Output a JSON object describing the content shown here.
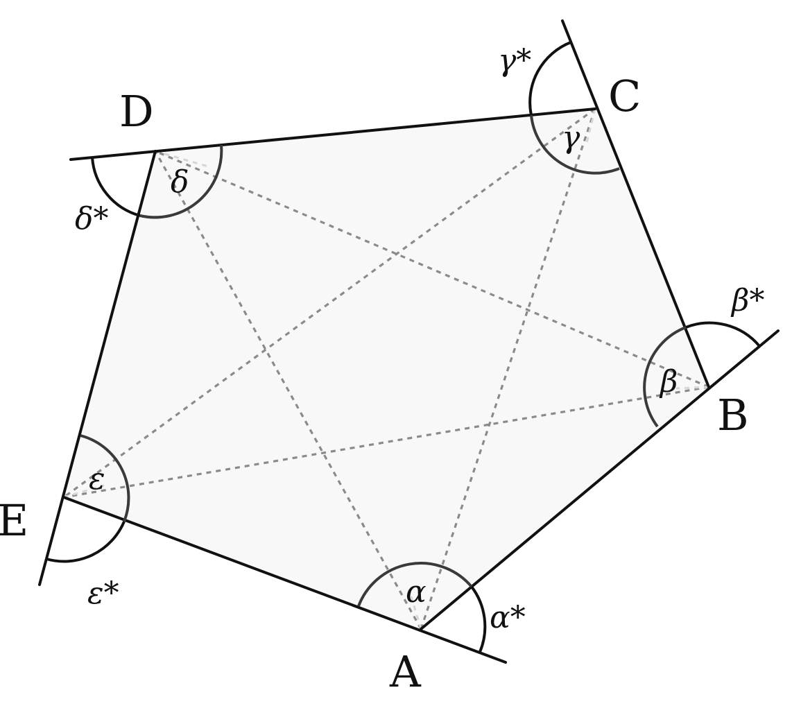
{
  "vertices": {
    "A": "A",
    "B": "B",
    "C": "C",
    "D": "D",
    "E": "E"
  },
  "interior_angles": {
    "alpha": "α",
    "beta": "β",
    "gamma": "γ",
    "delta": "δ",
    "epsilon": "ε"
  },
  "exterior_angles": {
    "alpha": "α*",
    "beta": "β*",
    "gamma": "γ*",
    "delta": "δ*",
    "epsilon": "ε*"
  }
}
